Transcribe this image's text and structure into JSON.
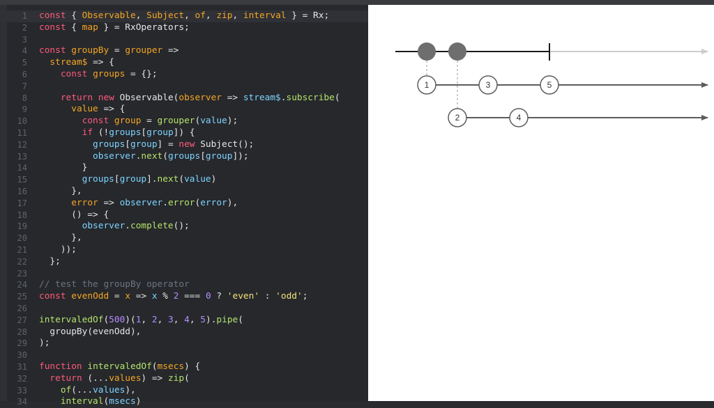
{
  "editor": {
    "active_line": 1,
    "lines": [
      {
        "n": "1",
        "t": [
          [
            "kw",
            "const"
          ],
          [
            "pl",
            " { "
          ],
          [
            "var",
            "Observable"
          ],
          [
            "pl",
            ", "
          ],
          [
            "var",
            "Subject"
          ],
          [
            "pl",
            ", "
          ],
          [
            "var",
            "of"
          ],
          [
            "pl",
            ", "
          ],
          [
            "var",
            "zip"
          ],
          [
            "pl",
            ", "
          ],
          [
            "var",
            "interval"
          ],
          [
            "pl",
            " } = Rx;"
          ]
        ]
      },
      {
        "n": "2",
        "t": [
          [
            "kw",
            "const"
          ],
          [
            "pl",
            " { "
          ],
          [
            "var",
            "map"
          ],
          [
            "pl",
            " } = RxOperators;"
          ]
        ]
      },
      {
        "n": "3",
        "t": []
      },
      {
        "n": "4",
        "t": [
          [
            "kw",
            "const"
          ],
          [
            "pl",
            " "
          ],
          [
            "var",
            "groupBy"
          ],
          [
            "pl",
            " = "
          ],
          [
            "var",
            "grouper"
          ],
          [
            "pl",
            " =>"
          ]
        ]
      },
      {
        "n": "5",
        "t": [
          [
            "pl",
            "  "
          ],
          [
            "var",
            "stream$"
          ],
          [
            "pl",
            " => {"
          ]
        ]
      },
      {
        "n": "6",
        "t": [
          [
            "pl",
            "    "
          ],
          [
            "kw",
            "const"
          ],
          [
            "pl",
            " "
          ],
          [
            "var",
            "groups"
          ],
          [
            "pl",
            " = {};"
          ]
        ]
      },
      {
        "n": "7",
        "t": []
      },
      {
        "n": "8",
        "t": [
          [
            "pl",
            "    "
          ],
          [
            "kw",
            "return"
          ],
          [
            "pl",
            " "
          ],
          [
            "kw",
            "new"
          ],
          [
            "pl",
            " Observable("
          ],
          [
            "var",
            "observer"
          ],
          [
            "pl",
            " => "
          ],
          [
            "prop",
            "stream$"
          ],
          [
            "pl",
            "."
          ],
          [
            "fn",
            "subscribe"
          ],
          [
            "pl",
            "("
          ]
        ]
      },
      {
        "n": "9",
        "t": [
          [
            "pl",
            "      "
          ],
          [
            "var",
            "value"
          ],
          [
            "pl",
            " => {"
          ]
        ]
      },
      {
        "n": "10",
        "t": [
          [
            "pl",
            "        "
          ],
          [
            "kw",
            "const"
          ],
          [
            "pl",
            " "
          ],
          [
            "var",
            "group"
          ],
          [
            "pl",
            " = "
          ],
          [
            "fn",
            "grouper"
          ],
          [
            "pl",
            "("
          ],
          [
            "prop",
            "value"
          ],
          [
            "pl",
            ");"
          ]
        ]
      },
      {
        "n": "11",
        "t": [
          [
            "pl",
            "        "
          ],
          [
            "kw",
            "if"
          ],
          [
            "pl",
            " (!"
          ],
          [
            "prop",
            "groups"
          ],
          [
            "pl",
            "["
          ],
          [
            "prop",
            "group"
          ],
          [
            "pl",
            "]) {"
          ]
        ]
      },
      {
        "n": "12",
        "t": [
          [
            "pl",
            "          "
          ],
          [
            "prop",
            "groups"
          ],
          [
            "pl",
            "["
          ],
          [
            "prop",
            "group"
          ],
          [
            "pl",
            "] = "
          ],
          [
            "kw",
            "new"
          ],
          [
            "pl",
            " Subject();"
          ]
        ]
      },
      {
        "n": "13",
        "t": [
          [
            "pl",
            "          "
          ],
          [
            "prop",
            "observer"
          ],
          [
            "pl",
            "."
          ],
          [
            "fn",
            "next"
          ],
          [
            "pl",
            "("
          ],
          [
            "prop",
            "groups"
          ],
          [
            "pl",
            "["
          ],
          [
            "prop",
            "group"
          ],
          [
            "pl",
            "]);"
          ]
        ]
      },
      {
        "n": "14",
        "t": [
          [
            "pl",
            "        }"
          ]
        ]
      },
      {
        "n": "15",
        "t": [
          [
            "pl",
            "        "
          ],
          [
            "prop",
            "groups"
          ],
          [
            "pl",
            "["
          ],
          [
            "prop",
            "group"
          ],
          [
            "pl",
            "]."
          ],
          [
            "fn",
            "next"
          ],
          [
            "pl",
            "("
          ],
          [
            "prop",
            "value"
          ],
          [
            "pl",
            ")"
          ]
        ]
      },
      {
        "n": "16",
        "t": [
          [
            "pl",
            "      },"
          ]
        ]
      },
      {
        "n": "17",
        "t": [
          [
            "pl",
            "      "
          ],
          [
            "var",
            "error"
          ],
          [
            "pl",
            " => "
          ],
          [
            "prop",
            "observer"
          ],
          [
            "pl",
            "."
          ],
          [
            "fn",
            "error"
          ],
          [
            "pl",
            "("
          ],
          [
            "prop",
            "error"
          ],
          [
            "pl",
            "),"
          ]
        ]
      },
      {
        "n": "18",
        "t": [
          [
            "pl",
            "      () => {"
          ]
        ]
      },
      {
        "n": "19",
        "t": [
          [
            "pl",
            "        "
          ],
          [
            "prop",
            "observer"
          ],
          [
            "pl",
            "."
          ],
          [
            "fn",
            "complete"
          ],
          [
            "pl",
            "();"
          ]
        ]
      },
      {
        "n": "20",
        "t": [
          [
            "pl",
            "      },"
          ]
        ]
      },
      {
        "n": "21",
        "t": [
          [
            "pl",
            "    ));"
          ]
        ]
      },
      {
        "n": "22",
        "t": [
          [
            "pl",
            "  };"
          ]
        ]
      },
      {
        "n": "23",
        "t": []
      },
      {
        "n": "24",
        "t": [
          [
            "cm",
            "// test the groupBy operator"
          ]
        ]
      },
      {
        "n": "25",
        "t": [
          [
            "kw",
            "const"
          ],
          [
            "pl",
            " "
          ],
          [
            "var",
            "evenOdd"
          ],
          [
            "pl",
            " = "
          ],
          [
            "var",
            "x"
          ],
          [
            "pl",
            " => "
          ],
          [
            "prop",
            "x"
          ],
          [
            "pl",
            " % "
          ],
          [
            "numc",
            "2"
          ],
          [
            "pl",
            " === "
          ],
          [
            "numc",
            "0"
          ],
          [
            "pl",
            " ? "
          ],
          [
            "str",
            "'even'"
          ],
          [
            "pl",
            " : "
          ],
          [
            "str",
            "'odd'"
          ],
          [
            "pl",
            ";"
          ]
        ]
      },
      {
        "n": "26",
        "t": []
      },
      {
        "n": "27",
        "t": [
          [
            "fn",
            "intervaledOf"
          ],
          [
            "pl",
            "("
          ],
          [
            "numc",
            "500"
          ],
          [
            "pl",
            ")("
          ],
          [
            "numc",
            "1"
          ],
          [
            "pl",
            ", "
          ],
          [
            "numc",
            "2"
          ],
          [
            "pl",
            ", "
          ],
          [
            "numc",
            "3"
          ],
          [
            "pl",
            ", "
          ],
          [
            "numc",
            "4"
          ],
          [
            "pl",
            ", "
          ],
          [
            "numc",
            "5"
          ],
          [
            "pl",
            ")."
          ],
          [
            "fn",
            "pipe"
          ],
          [
            "pl",
            "("
          ]
        ]
      },
      {
        "n": "28",
        "t": [
          [
            "pl",
            "  groupBy(evenOdd),"
          ]
        ]
      },
      {
        "n": "29",
        "t": [
          [
            "pl",
            ");"
          ]
        ]
      },
      {
        "n": "30",
        "t": []
      },
      {
        "n": "31",
        "t": [
          [
            "kw",
            "function"
          ],
          [
            "pl",
            " "
          ],
          [
            "fn",
            "intervaledOf"
          ],
          [
            "pl",
            "("
          ],
          [
            "var",
            "msecs"
          ],
          [
            "pl",
            ") {"
          ]
        ]
      },
      {
        "n": "32",
        "t": [
          [
            "pl",
            "  "
          ],
          [
            "kw",
            "return"
          ],
          [
            "pl",
            " (..."
          ],
          [
            "var",
            "values"
          ],
          [
            "pl",
            ") => "
          ],
          [
            "fn",
            "zip"
          ],
          [
            "pl",
            "("
          ]
        ]
      },
      {
        "n": "33",
        "t": [
          [
            "pl",
            "    "
          ],
          [
            "fn",
            "of"
          ],
          [
            "pl",
            "(..."
          ],
          [
            "prop",
            "values"
          ],
          [
            "pl",
            "),"
          ]
        ]
      },
      {
        "n": "34",
        "t": [
          [
            "pl",
            "    "
          ],
          [
            "fn",
            "interval"
          ],
          [
            "pl",
            "("
          ],
          [
            "prop",
            "msecs"
          ],
          [
            "pl",
            ")"
          ]
        ]
      }
    ]
  },
  "diagram": {
    "line_color": "#5c5c5c",
    "faded_color": "#cccccc",
    "marble_fill": "#6e6e6e",
    "source_completed": true,
    "group_odd_values": [
      "1",
      "3",
      "5"
    ],
    "group_even_values": [
      "2",
      "4"
    ]
  }
}
